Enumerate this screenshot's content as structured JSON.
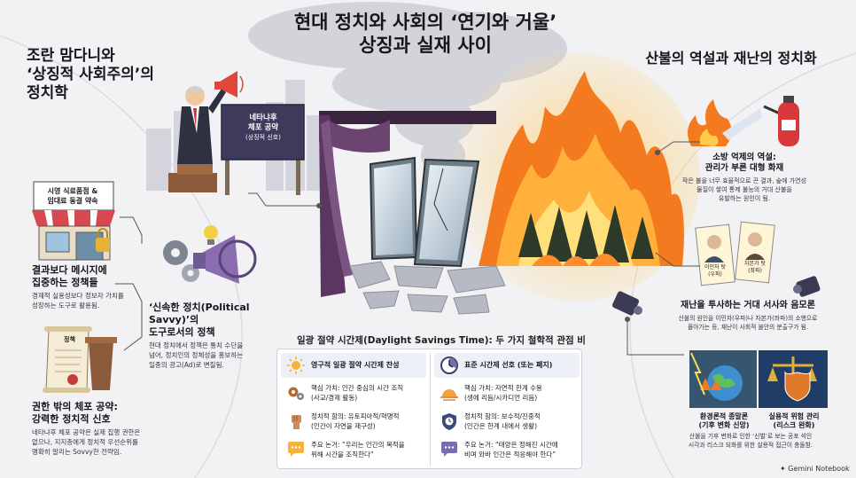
{
  "header": {
    "title_line1": "현대 정치와 사회의 ‘연기와 거울’",
    "title_line2": "상징과 실재 사이"
  },
  "left": {
    "heading_line1": "조란 맘다니와",
    "heading_line2": "‘상징적 사회주의’의",
    "heading_line3": "정치학",
    "sign": {
      "line1": "네타냐후",
      "line2": "체포 공약",
      "line3": "(상징적 신호)"
    },
    "shop_sign": {
      "line1": "시영 식료품점 &",
      "line2": "임대료 동결 약속"
    },
    "block1": {
      "title_line1": "결과보다 메시지에",
      "title_line2": "집중하는 정책들",
      "desc_line1": "경제적 실용성보다 정보자 가치를",
      "desc_line2": "성장하는 도구로 활용됨."
    },
    "block2": {
      "title_line1": "‘신속한 정치(Political Savvy)’의",
      "title_line2": "도구로서의 정책",
      "desc_line1": "현대 정치에서 정책은 통치 수단을",
      "desc_line2": "넘어, 정치인의 정체성을 홍보하는",
      "desc_line3": "일종의 광고(Ad)로 변질됨."
    },
    "scroll_label": "정책",
    "block3": {
      "title_line1": "권한 밖의 체포 공약:",
      "title_line2": "강력한 정치적 신호",
      "desc_line1": "네타냐후 체포 공약은 실제 집행 권한은",
      "desc_line2": "없으나, 지지층에게 정치적 우선순위를",
      "desc_line3": "명확히 알리는 Sovvy한 전략임."
    }
  },
  "right": {
    "heading": "산불의 역설과 재난의 정치화",
    "block1": {
      "title_line1": "소방 억제의 역설:",
      "title_line2": "관리가 부른 대형 화재",
      "desc_line1": "작은 불을 너무 효율적으로 끈 결과, 숲에 가연성",
      "desc_line2": "물질이 쌓여 통제 불능의 거대 산불을",
      "desc_line3": "유발하는 원인이 됨."
    },
    "portraits": {
      "left_line1": "이민자 탓",
      "left_line2": "(우파)",
      "right_line1": "자본가 탓",
      "right_line2": "(좌파)"
    },
    "block2": {
      "title": "재난을 투사하는 거대 서사와 음모론",
      "desc_line1": "산불의 원인을 이민자(우파)나 자본가(좌파)의 소행으로",
      "desc_line2": "몰아가는 등, 재난이 사회적 불안의 분출구가 됨."
    },
    "block3": {
      "left_title_line1": "환경론적 종말론",
      "left_title_line2": "(기후 변화 신앙)",
      "right_title_line1": "실용적 위험 관리",
      "right_title_line2": "(리스크 완화)",
      "desc_line1": "산불을 기후 변화로 인한 ‘신벌’로 보는 공포 석인",
      "desc_line2": "시각과 리스크 되화를 위한 실용적 접근이 충돌함."
    }
  },
  "comparison": {
    "title": "일광 절약 시간제(Daylight Savings Time): 두 가지 철학적 관점 비교",
    "left_header": "영구적 일광 절약 시간제 찬성",
    "right_header": "표준 시간제 선호 (또는 폐지)",
    "rows": [
      {
        "left_line1": "핵심 가치: 인간 중심의 시간 조직",
        "left_line2": "(사교/경제 활동)",
        "right_line1": "핵심 가치: 자연적 한계 수용",
        "right_line2": "(생에 리듬/시카디언 리듬)"
      },
      {
        "left_line1": "정치적 함의: 유토피아적/혁명적",
        "left_line2": "(인간이 자연을 재구성)",
        "right_line1": "정치적 함의: 보수적/진중적",
        "right_line2": "(인간은 한계 내에서 생활)"
      },
      {
        "left_line1": "주요 논거: “우리는 인간의 목적을",
        "left_line2": "위해 시간을 조직한다”",
        "right_line1": "주요 논거: “태양은 정해진 시간에",
        "right_line2": "비며 와바 인간은 적응해야 한다”"
      }
    ]
  },
  "brand": "Gemini Notebook",
  "colors": {
    "background": "#f2f2f4",
    "fire": "#f47a1f",
    "curtain": "#6b4570",
    "sign_panel": "#3e3a5c",
    "shop_awning": "#d9474f",
    "accent_blue": "#3c78b4"
  }
}
